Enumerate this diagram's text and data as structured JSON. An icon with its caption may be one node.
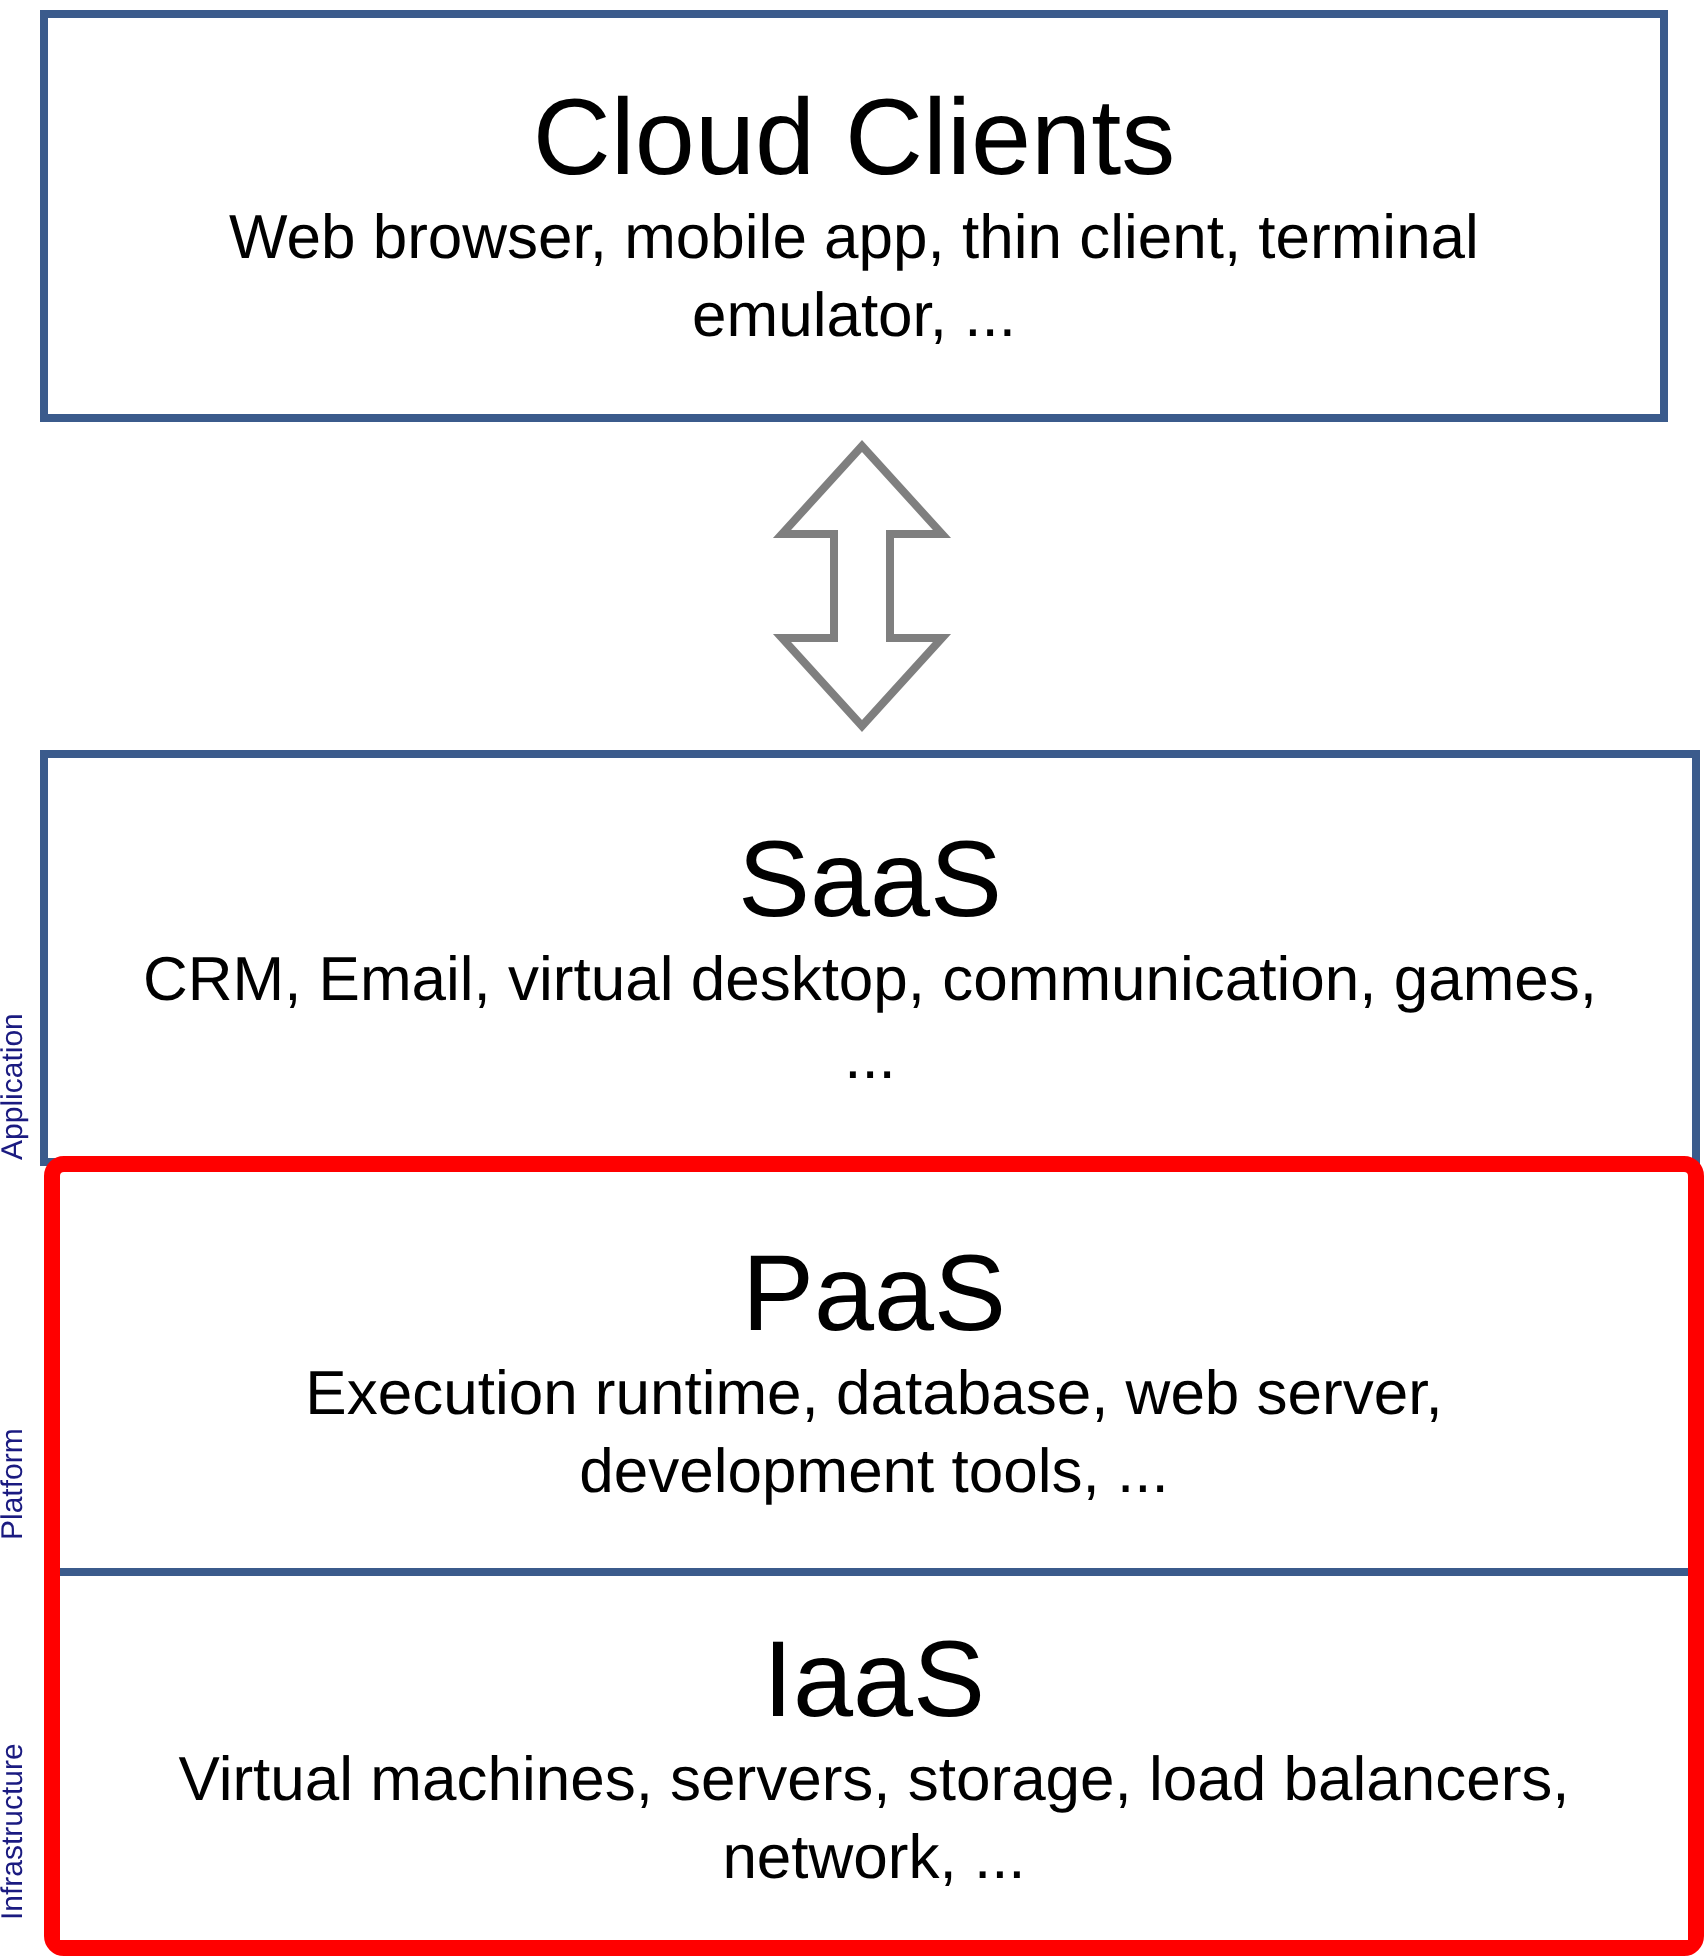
{
  "diagram": {
    "nodes": [
      {
        "text": [
          "Cloud Clients",
          "Web browser, mobile app, thin client, terminal emulator, ..."
        ]
      },
      {
        "text": [
          "SaaS",
          "CRM, Email, virtual desktop, communication, games, ..."
        ]
      },
      {
        "text": [],
        "shape": "box"
      },
      {
        "text": [
          "PaaS",
          "Execution runtime, database, web server, development tools, ..."
        ],
        "in": 2
      },
      {
        "text": [
          "IaaS",
          "Virtual machines, servers, storage, load balancers, network, ..."
        ],
        "in": 2
      }
    ],
    "edges": [
      {
        "from": 0,
        "to": 1,
        "arrow": "both",
        "style": "thick",
        "color": "#7f7f7f"
      }
    ],
    "labels": [
      "Application",
      "Platform",
      "Infrastructure"
    ]
  }
}
